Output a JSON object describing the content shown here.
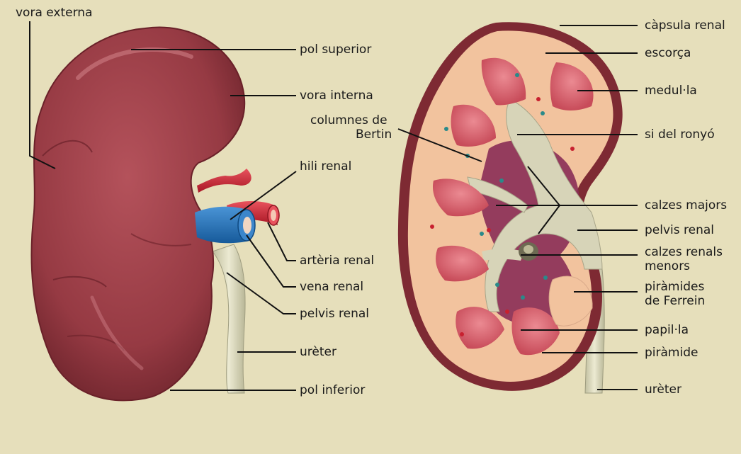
{
  "colors": {
    "background": "#e6dfbb",
    "kidney_exterior": "#9a3d45",
    "capsule": "#7e2a33",
    "cortex": "#f2c39e",
    "medulla_pyramid": "#d9636f",
    "sinus": "#8a2e55",
    "pelvis_ureter": "#d7d4b8",
    "artery": "#c8202f",
    "vein": "#1f6fb8",
    "leader_line": "#111111"
  },
  "left_kidney": {
    "labels": {
      "vora_externa": "vora externa",
      "pol_superior": "pol superior",
      "vora_interna": "vora interna",
      "hili_renal": "hili renal",
      "arteria_renal": "artèria renal",
      "vena_renal": "vena renal",
      "pelvis_renal": "pelvis renal",
      "ureter": "urèter",
      "pol_inferior": "pol inferior"
    }
  },
  "right_kidney": {
    "labels": {
      "capsula_renal": "càpsula renal",
      "escorca": "escorça",
      "medulla": "medul·la",
      "columnes_bertin_1": "columnes de",
      "columnes_bertin_2": "Bertin",
      "si_ronyo": "si del ronyó",
      "calzes_majors": "calzes majors",
      "pelvis_renal": "pelvis renal",
      "calzes_menors_1": "calzes renals",
      "calzes_menors_2": "menors",
      "piramides_ferrein_1": "piràmides",
      "piramides_ferrein_2": "de Ferrein",
      "papilla": "papil·la",
      "piramide": "piràmide",
      "ureter": "urèter"
    }
  }
}
